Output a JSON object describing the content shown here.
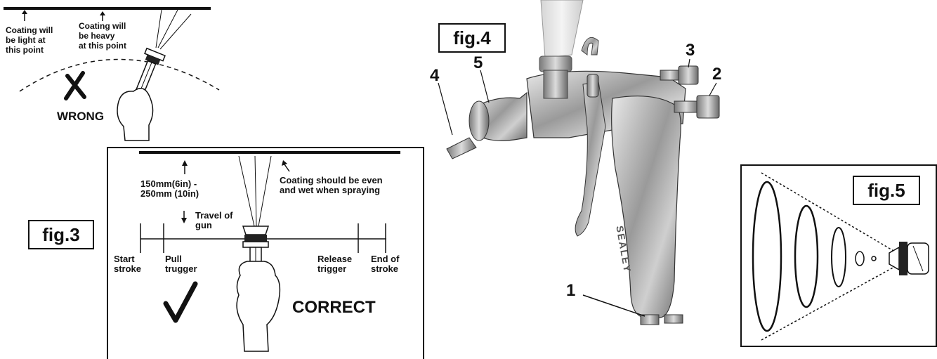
{
  "fig3": {
    "label": "fig.3",
    "wrong": {
      "light_note": "Coating will\nbe light at\nthis point",
      "heavy_note": "Coating will\nbe heavy\nat this point",
      "verdict": "WRONG"
    },
    "correct": {
      "distance": "150mm(6in) -\n250mm (10in)",
      "even_note": "Coating should be even\nand wet when spraying",
      "travel": "Travel of\ngun",
      "start_stroke": "Start\nstroke",
      "pull_trigger": "Pull\ntrugger",
      "release_trigger": "Release\ntrigger",
      "end_stroke": "End of\nstroke",
      "verdict": "CORRECT"
    }
  },
  "fig4": {
    "label": "fig.4",
    "callouts": [
      "1",
      "2",
      "3",
      "4",
      "5"
    ],
    "brand": "SEALEY"
  },
  "fig5": {
    "label": "fig.5"
  }
}
